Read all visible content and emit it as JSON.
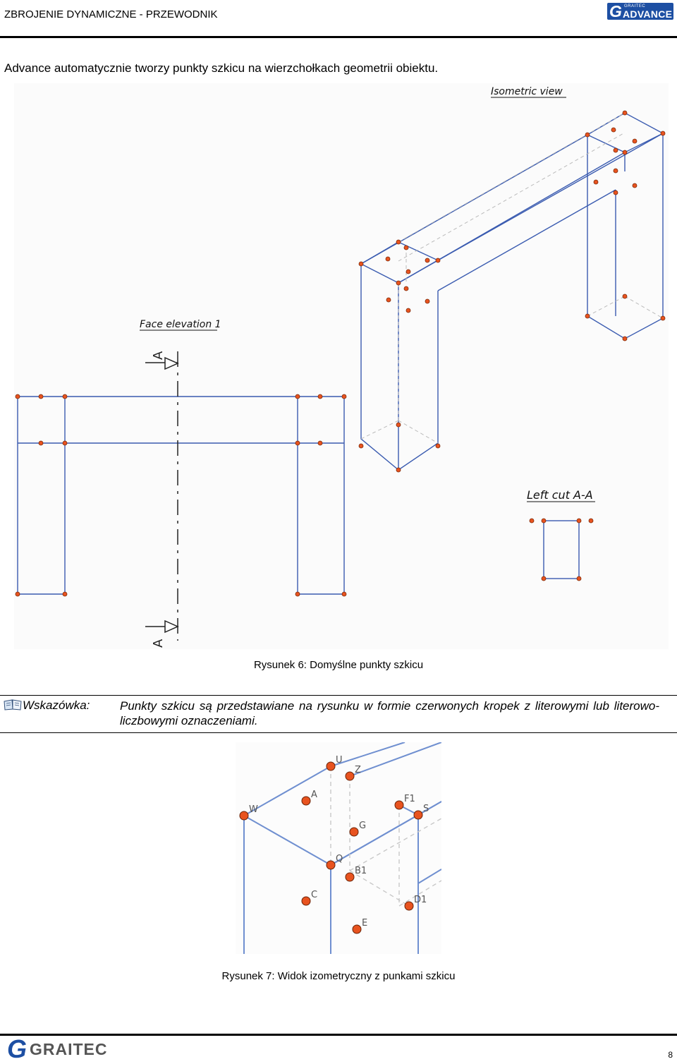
{
  "header": {
    "title": "ZBROJENIE DYNAMICZNE - PRZEWODNIK",
    "logo_small": "GRAITEC",
    "logo_big": "ADVANCE"
  },
  "intro_text": "Advance automatycznie tworzy punkty szkicu na wierzchołkach geometrii obiektu.",
  "figure6": {
    "isometric_view_label": "Isometric view",
    "face_elevation_label": "Face elevation 1",
    "left_cut_label": "Left cut A-A",
    "section_marker": "A",
    "caption": "Rysunek 6: Domyślne punkty szkicu"
  },
  "tip": {
    "label": "Wskazówka:",
    "text": "Punkty szkicu są przedstawiane na rysunku w formie czerwonych kropek z literowymi lub literowo-liczbowymi oznaczeniami."
  },
  "figure7": {
    "points": [
      "U",
      "Z",
      "W",
      "A",
      "F1",
      "S",
      "G",
      "Q",
      "B1",
      "C",
      "D1",
      "E"
    ],
    "caption": "Rysunek 7: Widok izometryczny z punkami szkicu"
  },
  "footer": {
    "logo_text": "GRAITEC",
    "page_number": "8"
  },
  "colors": {
    "line_blue": "#3a5bb0",
    "point_orange": "#e8531f",
    "logo_blue": "#1d4fa3"
  }
}
